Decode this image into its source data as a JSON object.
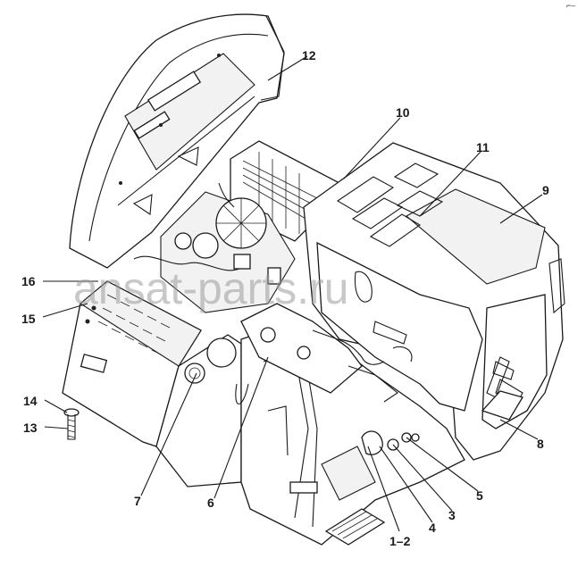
{
  "watermark": "ansat-parts.ru",
  "corner_mark": "⌐–",
  "callouts": [
    {
      "id": "c1",
      "label": "1–2"
    },
    {
      "id": "c3",
      "label": "3"
    },
    {
      "id": "c4",
      "label": "4"
    },
    {
      "id": "c5",
      "label": "5"
    },
    {
      "id": "c6",
      "label": "6"
    },
    {
      "id": "c7",
      "label": "7"
    },
    {
      "id": "c8",
      "label": "8"
    },
    {
      "id": "c9",
      "label": "9"
    },
    {
      "id": "c10",
      "label": "10"
    },
    {
      "id": "c11",
      "label": "11"
    },
    {
      "id": "c12",
      "label": "12"
    },
    {
      "id": "c13",
      "label": "13"
    },
    {
      "id": "c14",
      "label": "14"
    },
    {
      "id": "c15",
      "label": "15"
    },
    {
      "id": "c16",
      "label": "16"
    }
  ]
}
